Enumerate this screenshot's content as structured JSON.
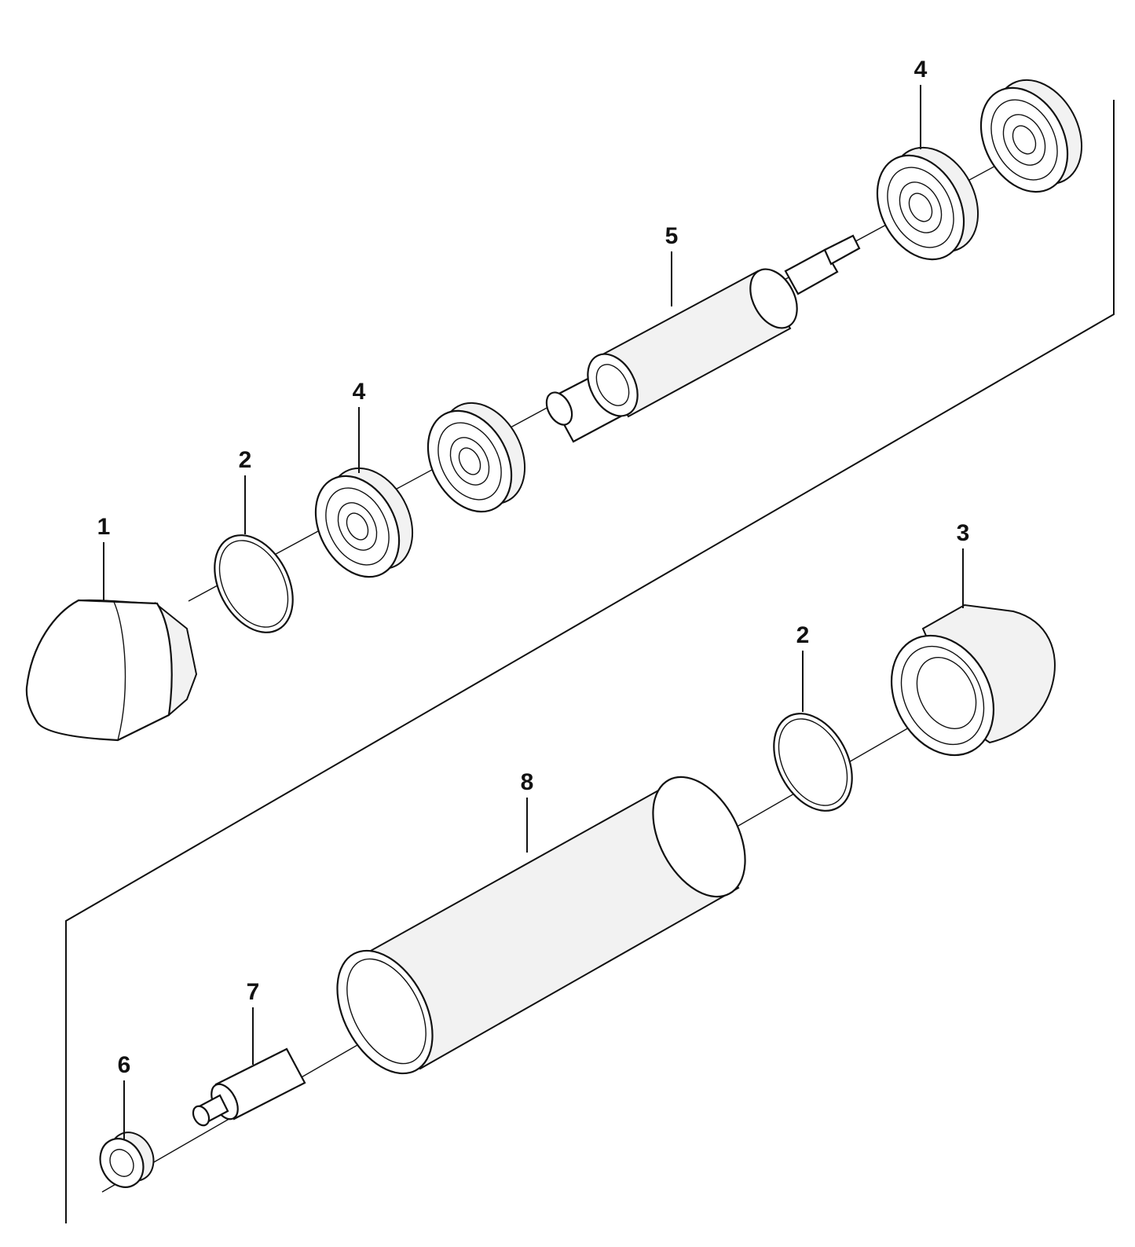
{
  "diagram": {
    "callouts": [
      {
        "id": "cover-front",
        "label": "1"
      },
      {
        "id": "o-ring-front",
        "label": "2"
      },
      {
        "id": "cover-rear",
        "label": "3"
      },
      {
        "id": "bearing-front",
        "label": "4"
      },
      {
        "id": "bearing-rear",
        "label": "4"
      },
      {
        "id": "shaft",
        "label": "5"
      },
      {
        "id": "nut",
        "label": "6"
      },
      {
        "id": "pin",
        "label": "7"
      },
      {
        "id": "sleeve",
        "label": "8"
      },
      {
        "id": "o-ring-rear",
        "label": "2"
      }
    ]
  }
}
